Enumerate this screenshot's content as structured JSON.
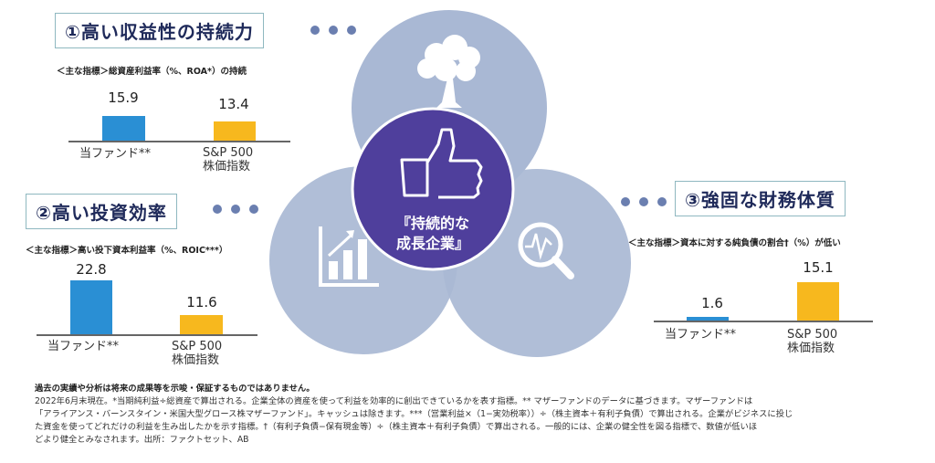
{
  "section1": {
    "title": "①高い収益性の持続力",
    "subtitle": "＜主な指標＞総資産利益率（%、ROA*）の持続",
    "fund_label": "当ファンド**",
    "index_label_line1": "S&P 500",
    "index_label_line2": "株価指数",
    "fund_value": "15.9",
    "index_value": "13.4"
  },
  "section2": {
    "title": "②高い投資効率",
    "subtitle": "＜主な指標＞高い投下資本利益率（%、ROIC***）",
    "fund_label": "当ファンド**",
    "index_label_line1": "S&P 500",
    "index_label_line2": "株価指数",
    "fund_value": "22.8",
    "index_value": "11.6"
  },
  "section3": {
    "title": "③強固な財務体質",
    "subtitle": "＜主な指標＞資本に対する純負債の割合†（%）が低い",
    "fund_label": "当ファンド**",
    "index_label_line1": "S&P 500",
    "index_label_line2": "株価指数",
    "fund_value": "1.6",
    "index_value": "15.1"
  },
  "center": {
    "line1": "『持続的な",
    "line2": "成長企業』",
    "icons": [
      "thumbs-up-icon",
      "tree-icon",
      "growth-chart-icon",
      "magnifier-icon"
    ]
  },
  "colors": {
    "fund_bar": "#2a8fd4",
    "index_bar": "#f7b81e",
    "circle": "#a9b8d4",
    "center": "#4f3f9c",
    "title_text": "#1f2a5a",
    "dots": "#6b7fb0"
  },
  "notes": {
    "disclaimer": "過去の実績や分析は将来の成果等を示唆・保証するものではありません。",
    "line1": "2022年6月末現在。*当期純利益÷総資産で算出される。企業全体の資産を使って利益を効率的に創出できているかを表す指標。** マザーファンドのデータに基づきます。マザーファンドは",
    "line2": "「アライアンス・バーンスタイン・米国大型グロース株マザーファンド」。キャッシュは除きます。***（営業利益×（1−実効税率））÷（株主資本＋有利子負債）で算出される。企業がビジネスに投じ",
    "line3": "た資金を使ってどれだけの利益を生み出したかを示す指標。†（有利子負債−保有現金等）÷（株主資本＋有利子負債）で算出される。一般的には、企業の健全性を図る指標で、数値が低いほ",
    "line4": "どより健全とみなされます。出所：ファクトセット、AB"
  },
  "chart_data": [
    {
      "type": "bar",
      "title": "①高い収益性の持続力",
      "subtitle": "総資産利益率（%、ROA*）の持続",
      "categories": [
        "当ファンド**",
        "S&P 500 株価指数"
      ],
      "values": [
        15.9,
        13.4
      ],
      "ylabel": "%"
    },
    {
      "type": "bar",
      "title": "②高い投資効率",
      "subtitle": "高い投下資本利益率（%、ROIC***）",
      "categories": [
        "当ファンド**",
        "S&P 500 株価指数"
      ],
      "values": [
        22.8,
        11.6
      ],
      "ylabel": "%"
    },
    {
      "type": "bar",
      "title": "③強固な財務体質",
      "subtitle": "資本に対する純負債の割合†（%）が低い",
      "categories": [
        "当ファンド**",
        "S&P 500 株価指数"
      ],
      "values": [
        1.6,
        15.1
      ],
      "ylabel": "%"
    }
  ]
}
